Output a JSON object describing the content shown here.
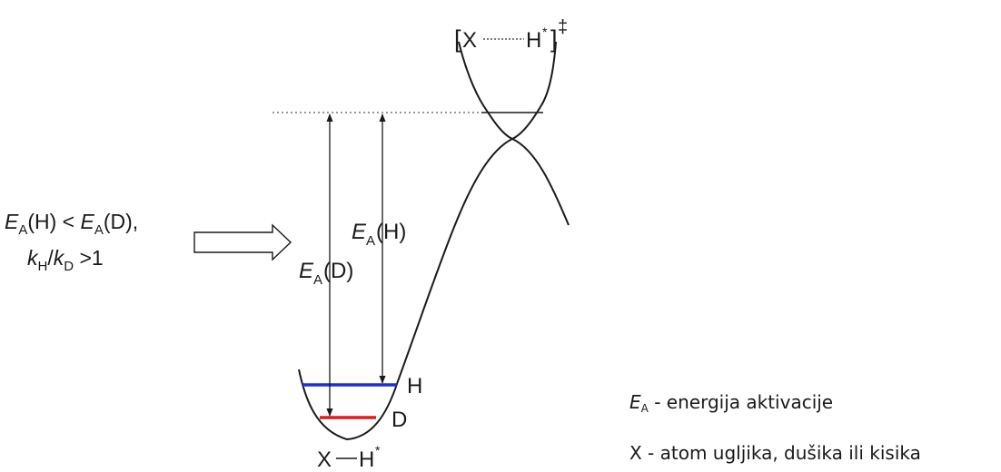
{
  "transition_state": {
    "open_bracket": "[",
    "atom_x": "X",
    "atom_h": "H",
    "star": "*",
    "close_bracket": "]",
    "dagger": "‡"
  },
  "inequality": {
    "ea_symbol": "E",
    "ea_sub": "A",
    "h_arg": "(H)",
    "less_than": " < ",
    "d_arg": "(D),",
    "k_symbol": "k",
    "k_sub_h": "H",
    "slash": "/",
    "k_sub_d": "D",
    "gt": " >1"
  },
  "energy_labels": {
    "ea_symbol": "E",
    "ea_sub": "A",
    "h_arg": "(H)",
    "d_arg": "(D)"
  },
  "levels": {
    "h_label": "H",
    "d_label": "D",
    "h_color": "#1f2fd8",
    "d_color": "#e01b1b"
  },
  "ground_state": {
    "atom_x": "X",
    "atom_h": "H",
    "star": "*"
  },
  "legend": {
    "ea_symbol": "E",
    "ea_sub": "A",
    "ea_text": " - energija aktivacije",
    "x_text": "X - atom ugljika, dušika ili kisika"
  }
}
